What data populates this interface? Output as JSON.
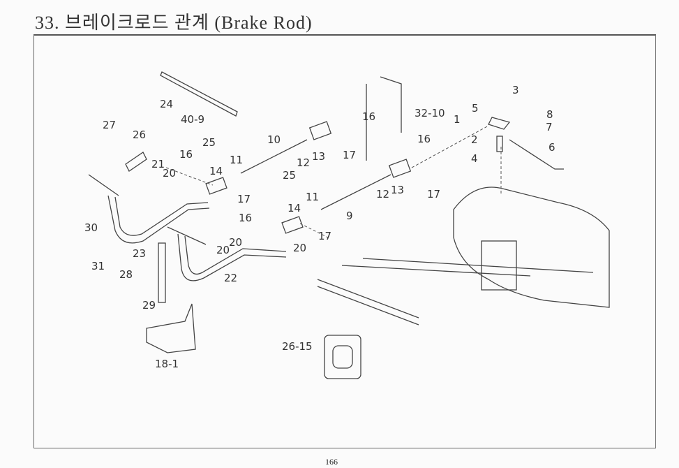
{
  "title": "33. 브레이크로드 관계 (Brake Rod)",
  "page_number": "166",
  "part_labels": [
    "24",
    "40-9",
    "27",
    "26",
    "25",
    "16",
    "10",
    "11",
    "14",
    "21",
    "20",
    "12",
    "13",
    "16",
    "17",
    "32-10",
    "3",
    "5",
    "8",
    "1",
    "7",
    "16",
    "2",
    "6",
    "4",
    "25",
    "11",
    "12",
    "13",
    "17",
    "9",
    "16",
    "14",
    "17",
    "30",
    "20",
    "20",
    "23",
    "31",
    "28",
    "22",
    "29",
    "26-15",
    "18-1",
    "17",
    "20"
  ]
}
